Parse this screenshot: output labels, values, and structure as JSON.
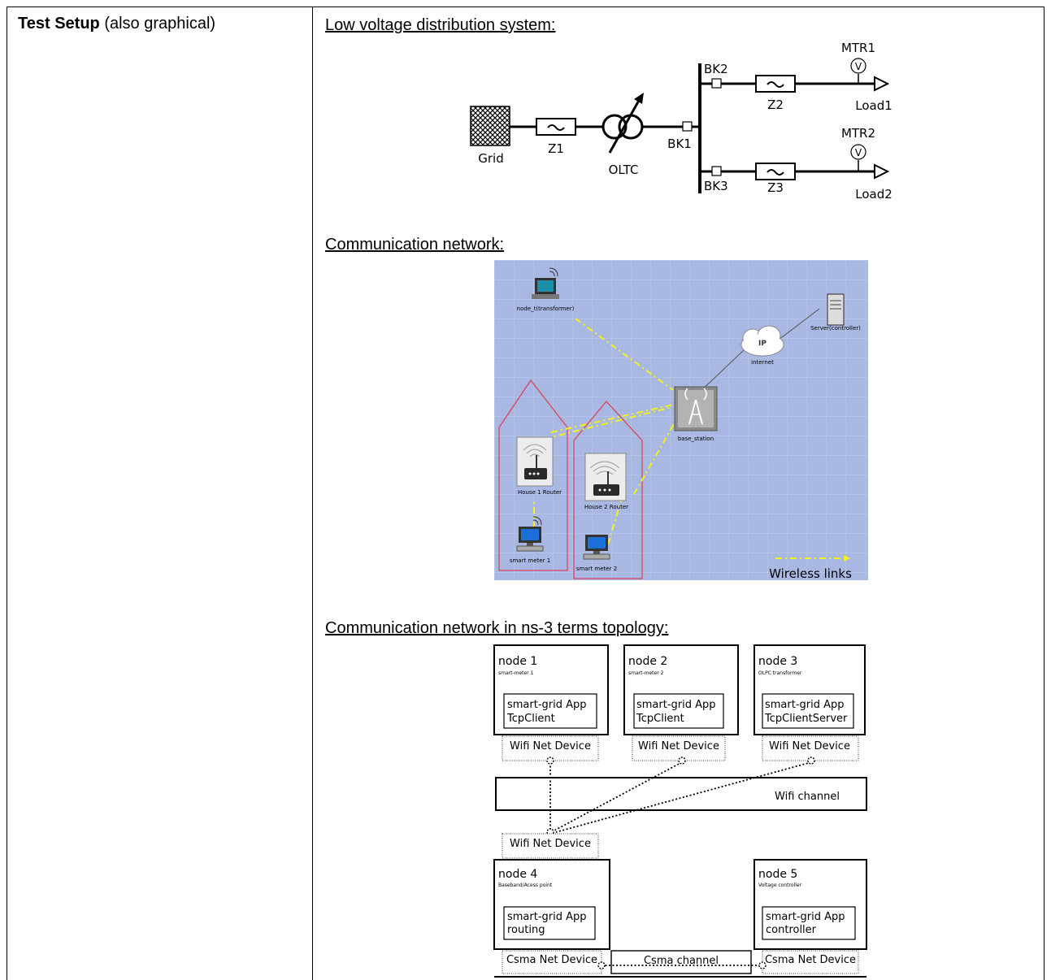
{
  "row_label": {
    "bold": "Test Setup",
    "rest": " (also graphical)"
  },
  "headings": {
    "lv": "Low voltage distribution system:",
    "comm": "Communication network:",
    "ns3": "Communication network in ns-3 terms topology:"
  },
  "lv_diagram": {
    "grid": "Grid",
    "z1": "Z1",
    "oltc": "OLTC",
    "bk1": "BK1",
    "bk2": "BK2",
    "bk3": "BK3",
    "z2": "Z2",
    "z3": "Z3",
    "mtr1": "MTR1",
    "mtr2": "MTR2",
    "meter_symbol": "V",
    "load1": "Load1",
    "load2": "Load2"
  },
  "comm_network": {
    "node_t": "node_t(transformer)",
    "server": "Server(controller)",
    "ip": "IP",
    "internet": "internet",
    "base_station": "base_station",
    "house1_router": "House 1 Router",
    "house2_router": "House 2 Router",
    "smart_meter1": "smart meter 1",
    "smart_meter2": "smart meter 2",
    "legend": "Wireless links",
    "colors": {
      "background": "#a9b8e3",
      "link": "#f2f21a",
      "house": "#d9455a"
    }
  },
  "ns3": {
    "node1": {
      "title": "node 1",
      "sub": "smart-meter 1",
      "app1": "smart-grid App",
      "app2": "TcpClient"
    },
    "node2": {
      "title": "node 2",
      "sub": "smart-meter 2",
      "app1": "smart-grid App",
      "app2": "TcpClient"
    },
    "node3": {
      "title": "node 3",
      "sub": "OLPC transformer",
      "app1": "smart-grid App",
      "app2": "TcpClientServer"
    },
    "node4": {
      "title": "node 4",
      "sub": "Baseband/Acess point",
      "app1": "smart-grid App",
      "app2": "routing"
    },
    "node5": {
      "title": "node 5",
      "sub": "Voltage controller",
      "app1": "smart-grid App",
      "app2": "controller"
    },
    "wifi_device": "Wifi Net Device",
    "wifi_channel": "Wifi channel",
    "csma_device": "Csma Net Device",
    "csma_channel": "Csma channel"
  }
}
